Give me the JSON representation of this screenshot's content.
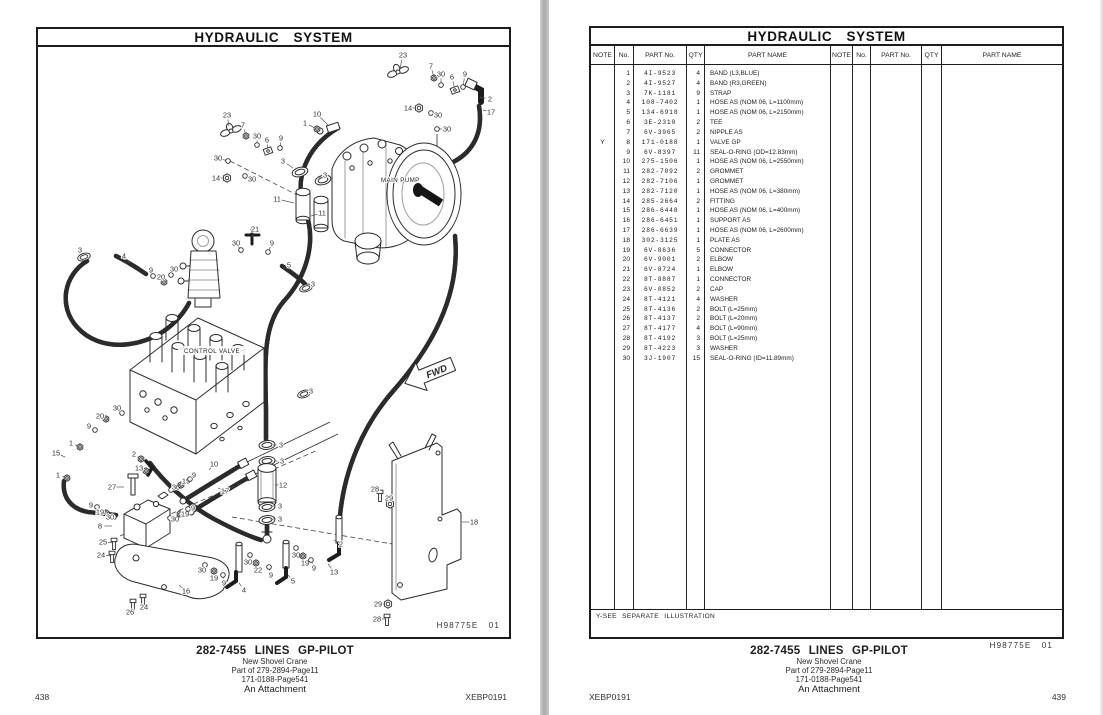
{
  "spread": {
    "header_title": "HYDRAULIC SYSTEM",
    "drawing_no": "H98775E",
    "revision": "01",
    "doc_code": "XEBP0191",
    "left_page_number": "438",
    "right_page_number": "439",
    "footer": {
      "title": "282-7455 LINES GP-PILOT",
      "line1": "New Shovel Crane",
      "line2": "Part of 279-2894-Page11",
      "line3": "171-0188-Page541",
      "line4": "An Attachment"
    },
    "colors": {
      "ink": "#1f1f1f",
      "paper": "#ffffff",
      "spine": "#b5b5b5"
    }
  },
  "diagram": {
    "labels": {
      "main_pump": "MAIN PUMP",
      "control_valve": "CONTROL VALVE",
      "fwd": "FWD"
    },
    "callouts": [
      [
        "23",
        403,
        57,
        400,
        70,
        ""
      ],
      [
        "7",
        431,
        68,
        434,
        80,
        "h"
      ],
      [
        "30",
        441,
        76,
        441,
        87,
        "o"
      ],
      [
        "6",
        452,
        79,
        455,
        92,
        "s"
      ],
      [
        "9",
        465,
        76,
        463,
        89,
        "o"
      ],
      [
        "2",
        490,
        101,
        480,
        99,
        ""
      ],
      [
        "17",
        491,
        114,
        483,
        112,
        ""
      ],
      [
        "14",
        408,
        110,
        419,
        110,
        "n"
      ],
      [
        "30",
        438,
        117,
        431,
        115,
        "o"
      ],
      [
        "30",
        447,
        131,
        437,
        131,
        "o"
      ],
      [
        "23",
        227,
        117,
        229,
        128,
        ""
      ],
      [
        "7",
        243,
        127,
        246,
        138,
        "h"
      ],
      [
        "30",
        257,
        138,
        257,
        147,
        "o"
      ],
      [
        "6",
        267,
        142,
        268,
        153,
        "s"
      ],
      [
        "9",
        281,
        140,
        280,
        150,
        "o"
      ],
      [
        "30",
        218,
        160,
        228,
        163,
        "o"
      ],
      [
        "14",
        216,
        180,
        227,
        180,
        "n"
      ],
      [
        "30",
        252,
        181,
        245,
        178,
        "o"
      ],
      [
        "1",
        305,
        125,
        317,
        131,
        "h"
      ],
      [
        "10",
        317,
        116,
        328,
        127,
        ""
      ],
      [
        "3",
        283,
        163,
        293,
        170,
        ""
      ],
      [
        "3",
        325,
        177,
        317,
        180,
        ""
      ],
      [
        "11",
        277,
        201,
        294,
        205,
        ""
      ],
      [
        "11",
        322,
        215,
        311,
        218,
        ""
      ],
      [
        "21",
        255,
        231,
        252,
        239,
        ""
      ],
      [
        "30",
        236,
        245,
        241,
        252,
        "o"
      ],
      [
        "9",
        272,
        245,
        268,
        254,
        "o"
      ],
      [
        "5",
        289,
        267,
        283,
        271,
        ""
      ],
      [
        "3",
        80,
        252,
        84,
        259,
        "r"
      ],
      [
        "4",
        124,
        258,
        130,
        265,
        ""
      ],
      [
        "9",
        151,
        272,
        153,
        278,
        "o"
      ],
      [
        "20",
        161,
        279,
        164,
        284,
        "h"
      ],
      [
        "30",
        174,
        271,
        171,
        277,
        "o"
      ],
      [
        "3",
        313,
        286,
        306,
        290,
        "r"
      ],
      [
        "3",
        311,
        393,
        304,
        396,
        "r"
      ],
      [
        "30",
        117,
        410,
        122,
        415,
        "o"
      ],
      [
        "20",
        100,
        418,
        106,
        421,
        "h"
      ],
      [
        "9",
        89,
        428,
        95,
        432,
        "o"
      ],
      [
        "1",
        71,
        445,
        80,
        449,
        "h"
      ],
      [
        "15",
        56,
        455,
        65,
        459,
        ""
      ],
      [
        "1",
        58,
        477,
        67,
        480,
        "h"
      ],
      [
        "2",
        134,
        456,
        141,
        461,
        "h"
      ],
      [
        "13",
        139,
        470,
        146,
        473,
        "h"
      ],
      [
        "27",
        112,
        489,
        124,
        489,
        ""
      ],
      [
        "30",
        176,
        489,
        171,
        492,
        "o"
      ],
      [
        "19",
        186,
        483,
        181,
        487,
        "h"
      ],
      [
        "9",
        194,
        477,
        190,
        481,
        "o"
      ],
      [
        "10",
        214,
        466,
        209,
        472,
        ""
      ],
      [
        "17",
        225,
        493,
        218,
        490,
        ""
      ],
      [
        "9",
        91,
        507,
        97,
        509,
        "o"
      ],
      [
        "19",
        100,
        514,
        106,
        515,
        "h"
      ],
      [
        "30",
        110,
        519,
        114,
        519,
        "o"
      ],
      [
        "8",
        100,
        528,
        112,
        528,
        ""
      ],
      [
        "30",
        175,
        521,
        170,
        520,
        "o"
      ],
      [
        "19",
        185,
        516,
        180,
        516,
        "h"
      ],
      [
        "9",
        193,
        510,
        188,
        511,
        "o"
      ],
      [
        "25",
        103,
        544,
        114,
        545,
        "b"
      ],
      [
        "24",
        101,
        557,
        112,
        558,
        "b"
      ],
      [
        "30",
        202,
        572,
        205,
        567,
        "o"
      ],
      [
        "19",
        214,
        580,
        214,
        573,
        "h"
      ],
      [
        "9",
        224,
        585,
        223,
        577,
        "o"
      ],
      [
        "16",
        186,
        593,
        179,
        587,
        ""
      ],
      [
        "26",
        130,
        614,
        133,
        606,
        "b"
      ],
      [
        "24",
        144,
        609,
        143,
        601,
        "b"
      ],
      [
        "3",
        281,
        447,
        273,
        447,
        ""
      ],
      [
        "3",
        282,
        463,
        274,
        463,
        ""
      ],
      [
        "12",
        283,
        487,
        275,
        487,
        ""
      ],
      [
        "3",
        280,
        508,
        272,
        508,
        ""
      ],
      [
        "3",
        280,
        521,
        272,
        521,
        ""
      ],
      [
        "22",
        258,
        572,
        256,
        565,
        "h"
      ],
      [
        "30",
        248,
        564,
        250,
        557,
        "o"
      ],
      [
        "9",
        271,
        577,
        269,
        569,
        "o"
      ],
      [
        "5",
        293,
        583,
        288,
        577,
        ""
      ],
      [
        "4",
        244,
        592,
        239,
        585,
        ""
      ],
      [
        "30",
        296,
        557,
        296,
        550,
        "o"
      ],
      [
        "19",
        305,
        565,
        303,
        558,
        "h"
      ],
      [
        "9",
        314,
        570,
        311,
        562,
        "o"
      ],
      [
        "2",
        341,
        546,
        334,
        542,
        ""
      ],
      [
        "13",
        334,
        574,
        328,
        566,
        ""
      ],
      [
        "28",
        375,
        491,
        380,
        497,
        "b"
      ],
      [
        "29",
        389,
        500,
        390,
        506,
        "n"
      ],
      [
        "18",
        474,
        524,
        462,
        524,
        ""
      ],
      [
        "29",
        378,
        606,
        388,
        606,
        "n"
      ],
      [
        "28",
        377,
        621,
        387,
        621,
        "b"
      ]
    ]
  },
  "table": {
    "headers": [
      "NOTE",
      "No.",
      "PART No.",
      "QTY",
      "PART NAME"
    ],
    "note_footer": "Y-SEE SEPARATE ILLUSTRATION",
    "rows": [
      {
        "note": "",
        "no": "1",
        "part": "4I-9523",
        "qty": "4",
        "name": "BAND (L3,BLUE)"
      },
      {
        "note": "",
        "no": "2",
        "part": "4I-9527",
        "qty": "4",
        "name": "BAND (R3,GREEN)"
      },
      {
        "note": "",
        "no": "3",
        "part": "7K-1181",
        "qty": "9",
        "name": "STRAP"
      },
      {
        "note": "",
        "no": "4",
        "part": "108-7402",
        "qty": "1",
        "name": "HOSE AS (NOM 06, L=1100mm)"
      },
      {
        "note": "",
        "no": "5",
        "part": "134-6918",
        "qty": "1",
        "name": "HOSE AS (NOM 06, L=2150mm)"
      },
      {
        "note": "",
        "no": "6",
        "part": "3E-2310",
        "qty": "2",
        "name": "TEE"
      },
      {
        "note": "",
        "no": "7",
        "part": "6V-3965",
        "qty": "2",
        "name": "NIPPLE AS"
      },
      {
        "note": "Y",
        "no": "8",
        "part": "171-0188",
        "qty": "1",
        "name": "VALVE GP"
      },
      {
        "note": "",
        "no": "9",
        "part": "6V-8397",
        "qty": "11",
        "name": "SEAL-O-RING (OD=12.83mm)"
      },
      {
        "note": "",
        "no": "10",
        "part": "275-1506",
        "qty": "1",
        "name": "HOSE AS (NOM 06, L=2550mm)"
      },
      {
        "note": "",
        "no": "11",
        "part": "282-7092",
        "qty": "2",
        "name": "GROMMET"
      },
      {
        "note": "",
        "no": "12",
        "part": "282-7106",
        "qty": "1",
        "name": "GROMMET"
      },
      {
        "note": "",
        "no": "13",
        "part": "282-7120",
        "qty": "1",
        "name": "HOSE AS (NOM 06, L=380mm)"
      },
      {
        "note": "",
        "no": "14",
        "part": "285-2664",
        "qty": "2",
        "name": "FITTING"
      },
      {
        "note": "",
        "no": "15",
        "part": "286-6448",
        "qty": "1",
        "name": "HOSE AS (NOM 06, L=400mm)"
      },
      {
        "note": "",
        "no": "16",
        "part": "286-6451",
        "qty": "1",
        "name": "SUPPORT AS"
      },
      {
        "note": "",
        "no": "17",
        "part": "286-6639",
        "qty": "1",
        "name": "HOSE AS (NOM 06, L=2600mm)"
      },
      {
        "note": "",
        "no": "18",
        "part": "302-3125",
        "qty": "1",
        "name": "PLATE AS"
      },
      {
        "note": "",
        "no": "19",
        "part": "6V-8636",
        "qty": "5",
        "name": "CONNECTOR"
      },
      {
        "note": "",
        "no": "20",
        "part": "6V-9001",
        "qty": "2",
        "name": "ELBOW"
      },
      {
        "note": "",
        "no": "21",
        "part": "6V-8724",
        "qty": "1",
        "name": "ELBOW"
      },
      {
        "note": "",
        "no": "22",
        "part": "8T-8887",
        "qty": "1",
        "name": "CONNECTOR"
      },
      {
        "note": "",
        "no": "23",
        "part": "6V-0852",
        "qty": "2",
        "name": "CAP"
      },
      {
        "note": "",
        "no": "24",
        "part": "8T-4121",
        "qty": "4",
        "name": "WASHER"
      },
      {
        "note": "",
        "no": "25",
        "part": "8T-4136",
        "qty": "2",
        "name": "BOLT (L=25mm)"
      },
      {
        "note": "",
        "no": "26",
        "part": "8T-4137",
        "qty": "2",
        "name": "BOLT (L=20mm)"
      },
      {
        "note": "",
        "no": "27",
        "part": "8T-4177",
        "qty": "4",
        "name": "BOLT (L=90mm)"
      },
      {
        "note": "",
        "no": "28",
        "part": "8T-4192",
        "qty": "3",
        "name": "BOLT (L=25mm)"
      },
      {
        "note": "",
        "no": "29",
        "part": "8T-4223",
        "qty": "3",
        "name": "WASHER"
      },
      {
        "note": "",
        "no": "30",
        "part": "3J-1907",
        "qty": "15",
        "name": "SEAL-O-RING (ID=11.89mm)"
      }
    ]
  }
}
